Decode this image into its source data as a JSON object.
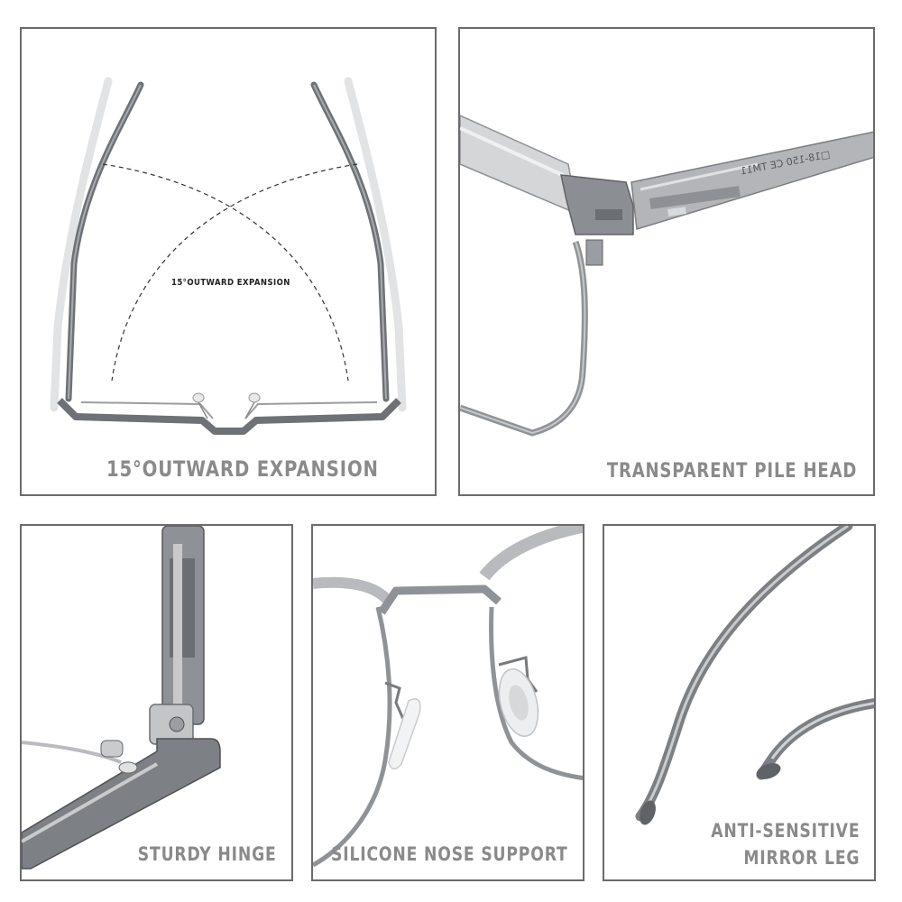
{
  "panels": [
    {
      "id": "outward-expansion",
      "caption": "15°OUTWARD EXPANSION",
      "diagram_label": "15°OUTWARD EXPANSION",
      "image": "glasses-top-view-temples-spread"
    },
    {
      "id": "transparent-pile-head",
      "caption": "TRANSPARENT PILE HEAD",
      "temple_engraving": "□18-150 CE TM11",
      "image": "hinge-closeup-transparent-frame"
    },
    {
      "id": "sturdy-hinge",
      "caption": "STURDY HINGE",
      "image": "metal-hinge-closeup"
    },
    {
      "id": "silicone-nose-support",
      "caption": "SILICONE NOSE SUPPORT",
      "image": "nose-pad-closeup"
    },
    {
      "id": "anti-sensitive-mirror-leg",
      "caption_line1": "ANTI-SENSITIVE",
      "caption_line2": "MIRROR LEG",
      "image": "temple-tips-closeup"
    }
  ],
  "colors": {
    "border": "#6b6b6b",
    "caption": "#8a8a8a",
    "frame_dark": "#5f6266",
    "frame_light": "#c9cbcd",
    "metal": "#9a9da1"
  }
}
